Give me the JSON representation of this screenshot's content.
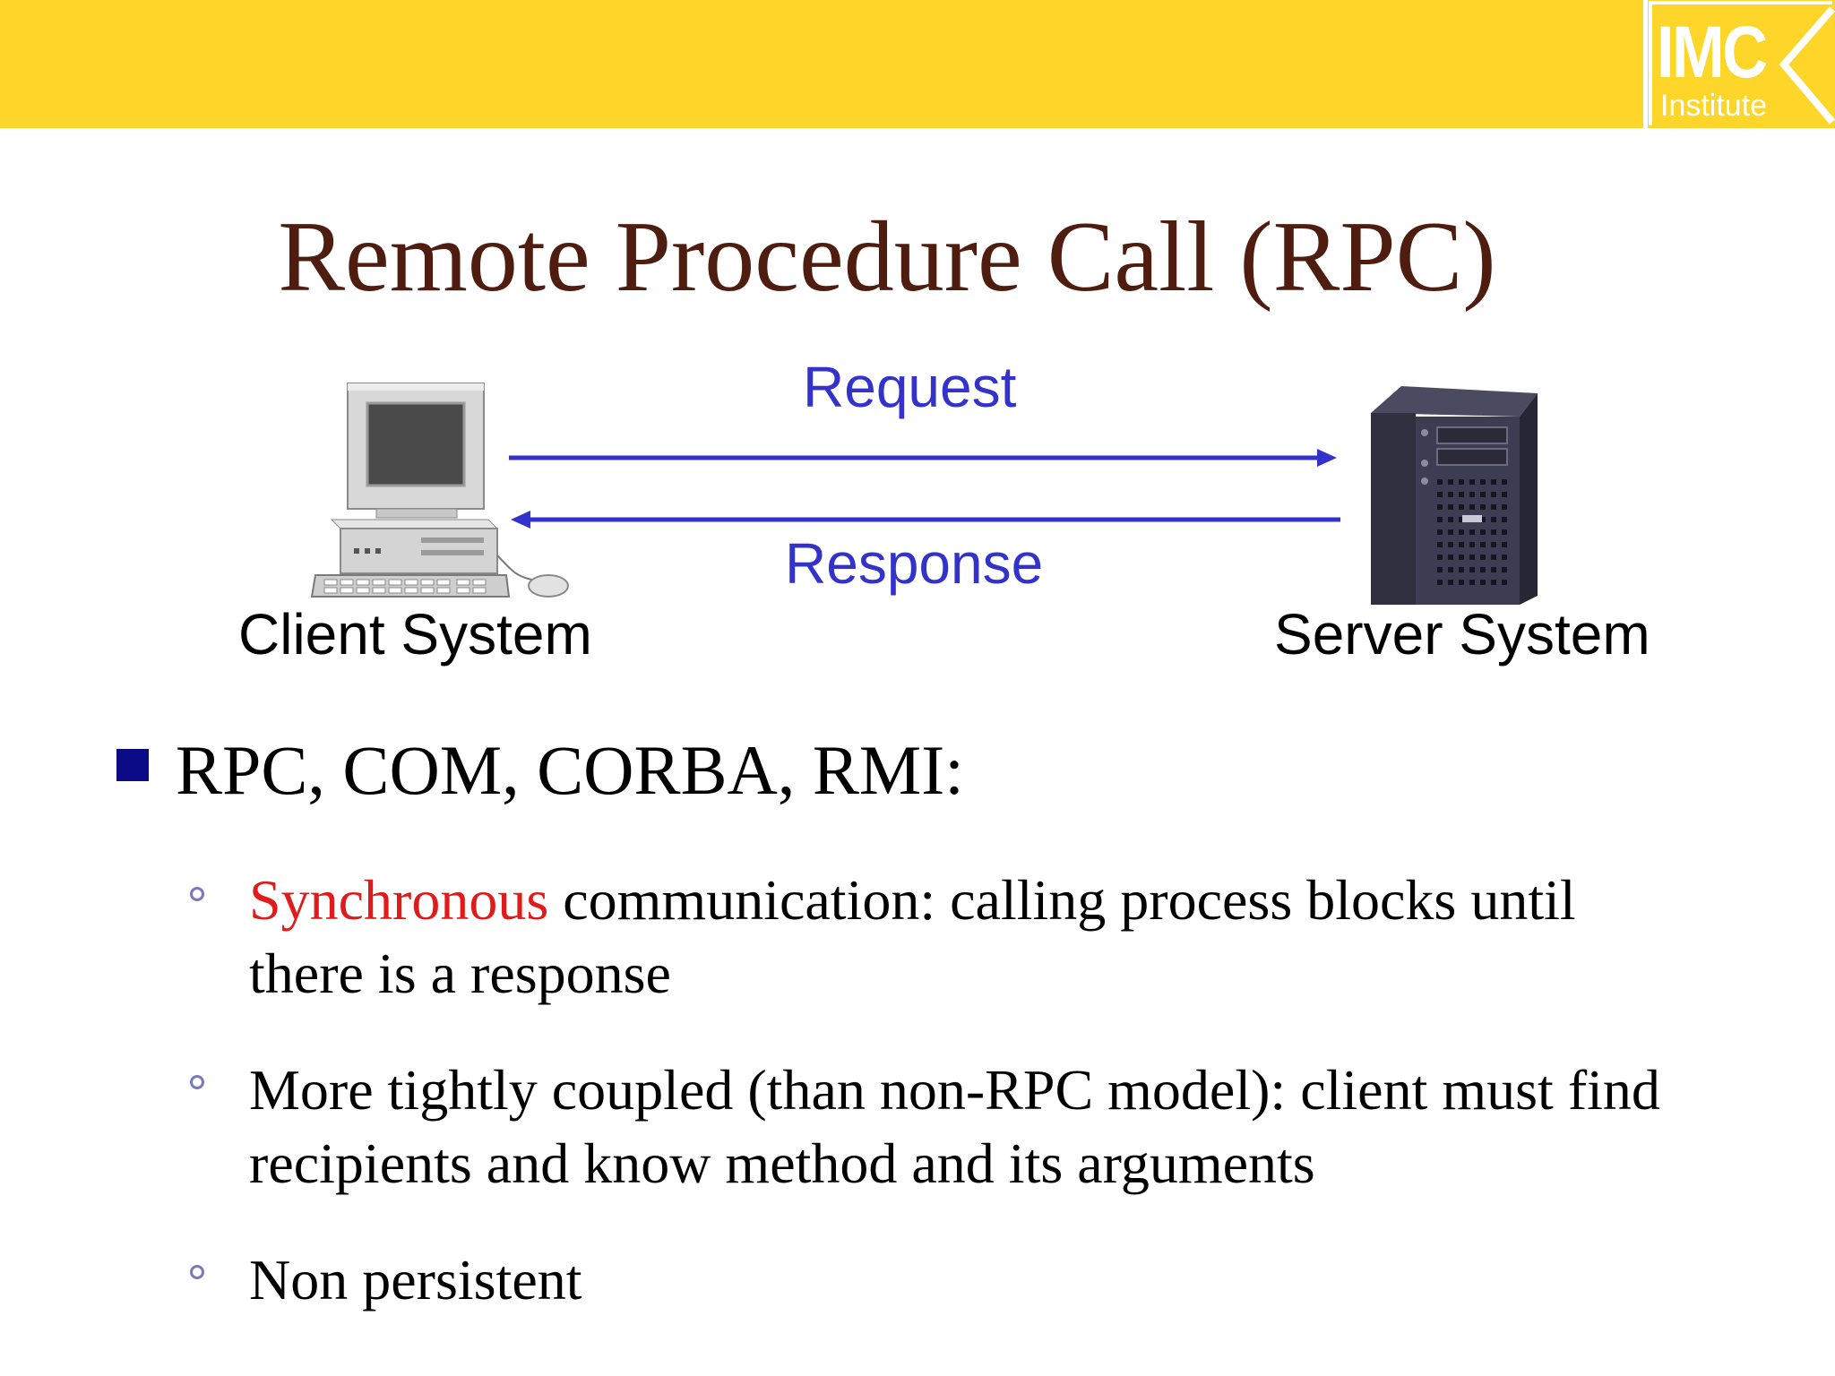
{
  "logo": {
    "main": "IMC",
    "sub": "Institute"
  },
  "title": "Remote Procedure Call (RPC)",
  "diagram": {
    "request_label": "Request",
    "response_label": "Response",
    "client_label": "Client System",
    "server_label": "Server System",
    "arrow_color": "#3333cc"
  },
  "bullets": {
    "main": "RPC, COM, CORBA, RMI:",
    "sub": [
      {
        "highlight": "Synchronous",
        "rest": " communication: calling process blocks until there is a response"
      },
      {
        "text": "More tightly coupled (than non-RPC model): client must find recipients and know method and its arguments"
      },
      {
        "text": "Non persistent"
      }
    ]
  },
  "colors": {
    "band": "#fdd629",
    "title": "#4e1d10",
    "highlight": "#e01b1b",
    "bullet": "#0b0b85"
  }
}
